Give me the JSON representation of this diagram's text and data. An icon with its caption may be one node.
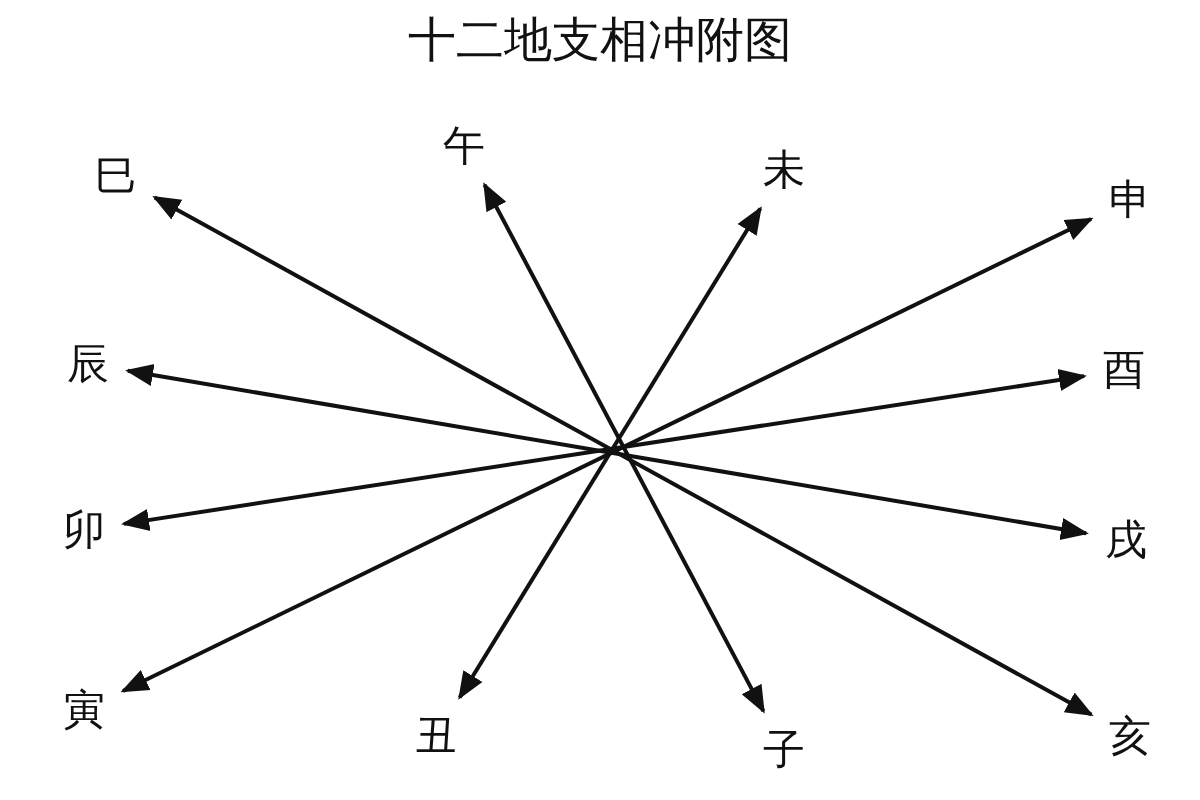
{
  "diagram": {
    "title": "十二地支相冲附图",
    "nodes": [
      {
        "text": [
          "巳"
        ]
      },
      {
        "text": [
          "午"
        ]
      },
      {
        "text": [
          "未"
        ]
      },
      {
        "text": [
          "申"
        ]
      },
      {
        "text": [
          "辰"
        ]
      },
      {
        "text": [
          "酉"
        ]
      },
      {
        "text": [
          "卯"
        ]
      },
      {
        "text": [
          "戌"
        ]
      },
      {
        "text": [
          "寅"
        ]
      },
      {
        "text": [
          "丑"
        ]
      },
      {
        "text": [
          "子"
        ]
      },
      {
        "text": [
          "亥"
        ]
      }
    ],
    "edges": [
      {
        "from": 10,
        "to": 1,
        "arrow": "both"
      },
      {
        "from": 9,
        "to": 2,
        "arrow": "both"
      },
      {
        "from": 8,
        "to": 3,
        "arrow": "both"
      },
      {
        "from": 6,
        "to": 5,
        "arrow": "both"
      },
      {
        "from": 4,
        "to": 7,
        "arrow": "both"
      },
      {
        "from": 0,
        "to": 11,
        "arrow": "both"
      }
    ]
  }
}
